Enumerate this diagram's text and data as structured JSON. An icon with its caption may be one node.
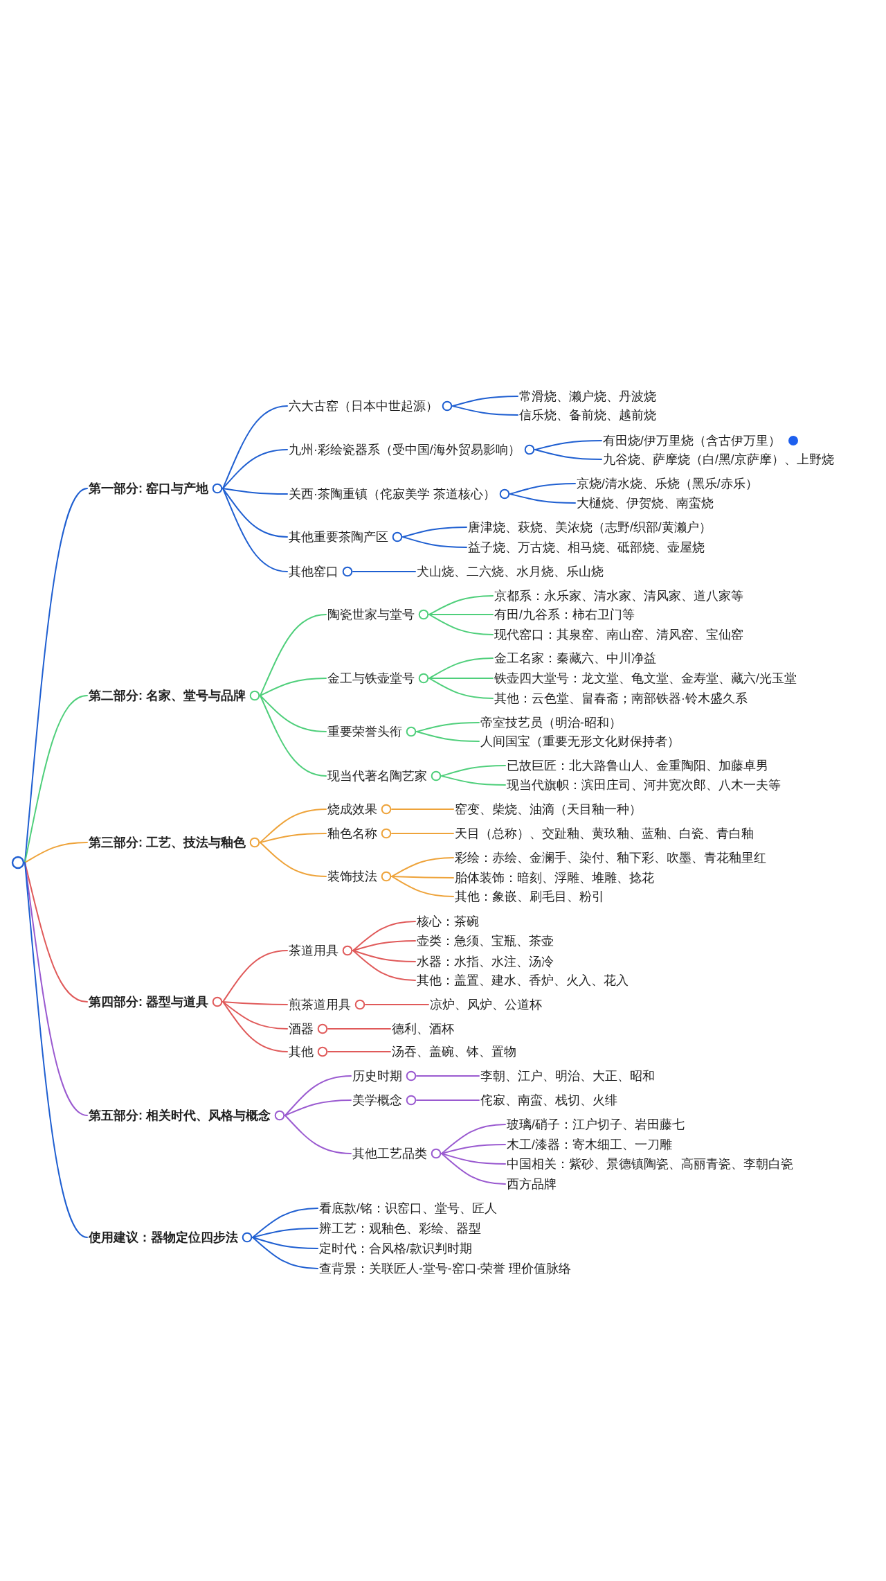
{
  "diagram": {
    "nodes": [
      {
        "text": [],
        "shape": "circle"
      },
      {
        "text": [
          "第一部分: 窑口与产地"
        ]
      },
      {
        "text": [
          "六大古窑（日本中世起源）"
        ]
      },
      {
        "text": [
          "常滑烧、濑户烧、丹波烧"
        ]
      },
      {
        "text": [
          "信乐烧、备前烧、越前烧"
        ]
      },
      {
        "text": [
          "九州·彩绘瓷器系（受中国/海外贸易影响）"
        ]
      },
      {
        "text": [
          "有田烧/伊万里烧（含古伊万里）"
        ]
      },
      {
        "text": [
          "九谷烧、萨摩烧（白/黑/京萨摩）、上野烧"
        ]
      },
      {
        "text": [
          "关西·茶陶重镇（侘寂美学 茶道核心）"
        ]
      },
      {
        "text": [
          "京烧/清水烧、乐烧（黑乐/赤乐）"
        ]
      },
      {
        "text": [
          "大樋烧、伊贺烧、南蛮烧"
        ]
      },
      {
        "text": [
          "其他重要茶陶产区"
        ]
      },
      {
        "text": [
          "唐津烧、萩烧、美浓烧（志野/织部/黄濑户）"
        ]
      },
      {
        "text": [
          "益子烧、万古烧、相马烧、砥部烧、壶屋烧"
        ]
      },
      {
        "text": [
          "其他窑口"
        ]
      },
      {
        "text": [
          "犬山烧、二六烧、水月烧、乐山烧"
        ]
      },
      {
        "text": [
          "第二部分: 名家、堂号与品牌"
        ]
      },
      {
        "text": [
          "陶瓷世家与堂号"
        ]
      },
      {
        "text": [
          "京都系：永乐家、清水家、清风家、道八家等"
        ]
      },
      {
        "text": [
          "有田/九谷系：柿右卫门等"
        ]
      },
      {
        "text": [
          "现代窑口：其泉窑、南山窑、清风窑、宝仙窑"
        ]
      },
      {
        "text": [
          "金工与铁壶堂号"
        ]
      },
      {
        "text": [
          "金工名家：秦藏六、中川净益"
        ]
      },
      {
        "text": [
          "铁壶四大堂号：龙文堂、龟文堂、金寿堂、藏六/光玉堂"
        ]
      },
      {
        "text": [
          "其他：云色堂、畠春斋；南部铁器·铃木盛久系"
        ]
      },
      {
        "text": [
          "重要荣誉头衔"
        ]
      },
      {
        "text": [
          "帝室技艺员（明治-昭和）"
        ]
      },
      {
        "text": [
          "人间国宝（重要无形文化财保持者）"
        ]
      },
      {
        "text": [
          "现当代著名陶艺家"
        ]
      },
      {
        "text": [
          "已故巨匠：北大路鲁山人、金重陶阳、加藤卓男"
        ]
      },
      {
        "text": [
          "现当代旗帜：滨田庄司、河井宽次郎、八木一夫等"
        ]
      },
      {
        "text": [
          "第三部分: 工艺、技法与釉色"
        ]
      },
      {
        "text": [
          "烧成效果"
        ]
      },
      {
        "text": [
          "窑变、柴烧、油滴（天目釉一种）"
        ]
      },
      {
        "text": [
          "釉色名称"
        ]
      },
      {
        "text": [
          "天目（总称）、交趾釉、黄玖釉、蓝釉、白瓷、青白釉"
        ]
      },
      {
        "text": [
          "装饰技法"
        ]
      },
      {
        "text": [
          "彩绘：赤绘、金澜手、染付、釉下彩、吹墨、青花釉里红"
        ]
      },
      {
        "text": [
          "胎体装饰：暗刻、浮雕、堆雕、捻花"
        ]
      },
      {
        "text": [
          "其他：象嵌、刷毛目、粉引"
        ]
      },
      {
        "text": [
          "第四部分: 器型与道具"
        ]
      },
      {
        "text": [
          "茶道用具"
        ]
      },
      {
        "text": [
          "核心：茶碗"
        ]
      },
      {
        "text": [
          "壶类：急须、宝瓶、茶壶"
        ]
      },
      {
        "text": [
          "水器：水指、水注、汤冷"
        ]
      },
      {
        "text": [
          "其他：盖置、建水、香炉、火入、花入"
        ]
      },
      {
        "text": [
          "煎茶道用具"
        ]
      },
      {
        "text": [
          "凉炉、风炉、公道杯"
        ]
      },
      {
        "text": [
          "酒器"
        ]
      },
      {
        "text": [
          "德利、酒杯"
        ]
      },
      {
        "text": [
          "其他"
        ]
      },
      {
        "text": [
          "汤吞、盖碗、钵、置物"
        ]
      },
      {
        "text": [
          "第五部分: 相关时代、风格与概念"
        ]
      },
      {
        "text": [
          "历史时期"
        ]
      },
      {
        "text": [
          "李朝、江户、明治、大正、昭和"
        ]
      },
      {
        "text": [
          "美学概念"
        ]
      },
      {
        "text": [
          "侘寂、南蛮、栈切、火绯"
        ]
      },
      {
        "text": [
          "其他工艺品类"
        ]
      },
      {
        "text": [
          "玻璃/硝子：江户切子、岩田藤七"
        ]
      },
      {
        "text": [
          "木工/漆器：寄木细工、一刀雕"
        ]
      },
      {
        "text": [
          "中国相关：紫砂、景德镇陶瓷、高丽青瓷、李朝白瓷"
        ]
      },
      {
        "text": [
          "西方品牌"
        ]
      },
      {
        "text": [
          "使用建议：器物定位四步法"
        ]
      },
      {
        "text": [
          "看底款/铭：识窑口、堂号、匠人"
        ]
      },
      {
        "text": [
          "辨工艺：观釉色、彩绘、器型"
        ]
      },
      {
        "text": [
          "定时代：合风格/款识判时期"
        ]
      },
      {
        "text": [
          "查背景：关联匠人-堂号-窑口-荣誉 理价值脉络"
        ]
      }
    ],
    "edges": [
      {
        "from": 0,
        "to": 1,
        "arrow": "none"
      },
      {
        "from": 1,
        "to": 2,
        "arrow": "none"
      },
      {
        "from": 2,
        "to": 3,
        "arrow": "none"
      },
      {
        "from": 2,
        "to": 4,
        "arrow": "none"
      },
      {
        "from": 1,
        "to": 5,
        "arrow": "none"
      },
      {
        "from": 5,
        "to": 6,
        "arrow": "none"
      },
      {
        "from": 5,
        "to": 7,
        "arrow": "none"
      },
      {
        "from": 1,
        "to": 8,
        "arrow": "none"
      },
      {
        "from": 8,
        "to": 9,
        "arrow": "none"
      },
      {
        "from": 8,
        "to": 10,
        "arrow": "none"
      },
      {
        "from": 1,
        "to": 11,
        "arrow": "none"
      },
      {
        "from": 11,
        "to": 12,
        "arrow": "none"
      },
      {
        "from": 11,
        "to": 13,
        "arrow": "none"
      },
      {
        "from": 1,
        "to": 14,
        "arrow": "none"
      },
      {
        "from": 14,
        "to": 15,
        "arrow": "none"
      },
      {
        "from": 0,
        "to": 16,
        "arrow": "none",
        "color": "#4fcf7b"
      },
      {
        "from": 16,
        "to": 17,
        "arrow": "none",
        "color": "#4fcf7b"
      },
      {
        "from": 17,
        "to": 18,
        "arrow": "none",
        "color": "#4fcf7b"
      },
      {
        "from": 17,
        "to": 19,
        "arrow": "none",
        "color": "#4fcf7b"
      },
      {
        "from": 17,
        "to": 20,
        "arrow": "none",
        "color": "#4fcf7b"
      },
      {
        "from": 16,
        "to": 21,
        "arrow": "none",
        "color": "#4fcf7b"
      },
      {
        "from": 21,
        "to": 22,
        "arrow": "none",
        "color": "#4fcf7b"
      },
      {
        "from": 21,
        "to": 23,
        "arrow": "none",
        "color": "#4fcf7b"
      },
      {
        "from": 21,
        "to": 24,
        "arrow": "none",
        "color": "#4fcf7b"
      },
      {
        "from": 16,
        "to": 25,
        "arrow": "none",
        "color": "#4fcf7b"
      },
      {
        "from": 25,
        "to": 26,
        "arrow": "none",
        "color": "#4fcf7b"
      },
      {
        "from": 25,
        "to": 27,
        "arrow": "none",
        "color": "#4fcf7b"
      },
      {
        "from": 16,
        "to": 28,
        "arrow": "none",
        "color": "#4fcf7b"
      },
      {
        "from": 28,
        "to": 29,
        "arrow": "none",
        "color": "#4fcf7b"
      },
      {
        "from": 28,
        "to": 30,
        "arrow": "none",
        "color": "#4fcf7b"
      },
      {
        "from": 0,
        "to": 31,
        "arrow": "none",
        "color": "#eea33a"
      },
      {
        "from": 31,
        "to": 32,
        "arrow": "none",
        "color": "#eea33a"
      },
      {
        "from": 32,
        "to": 33,
        "arrow": "none",
        "color": "#eea33a"
      },
      {
        "from": 31,
        "to": 34,
        "arrow": "none",
        "color": "#eea33a"
      },
      {
        "from": 34,
        "to": 35,
        "arrow": "none",
        "color": "#eea33a"
      },
      {
        "from": 31,
        "to": 36,
        "arrow": "none",
        "color": "#eea33a"
      },
      {
        "from": 36,
        "to": 37,
        "arrow": "none",
        "color": "#eea33a"
      },
      {
        "from": 36,
        "to": 38,
        "arrow": "none",
        "color": "#eea33a"
      },
      {
        "from": 36,
        "to": 39,
        "arrow": "none",
        "color": "#eea33a"
      },
      {
        "from": 0,
        "to": 40,
        "arrow": "none",
        "color": "#e05a5a"
      },
      {
        "from": 40,
        "to": 41,
        "arrow": "none",
        "color": "#e05a5a"
      },
      {
        "from": 41,
        "to": 42,
        "arrow": "none",
        "color": "#e05a5a"
      },
      {
        "from": 41,
        "to": 43,
        "arrow": "none",
        "color": "#e05a5a"
      },
      {
        "from": 41,
        "to": 44,
        "arrow": "none",
        "color": "#e05a5a"
      },
      {
        "from": 41,
        "to": 45,
        "arrow": "none",
        "color": "#e05a5a"
      },
      {
        "from": 40,
        "to": 46,
        "arrow": "none",
        "color": "#e05a5a"
      },
      {
        "from": 46,
        "to": 47,
        "arrow": "none",
        "color": "#e05a5a"
      },
      {
        "from": 40,
        "to": 48,
        "arrow": "none",
        "color": "#e05a5a"
      },
      {
        "from": 48,
        "to": 49,
        "arrow": "none",
        "color": "#e05a5a"
      },
      {
        "from": 40,
        "to": 50,
        "arrow": "none",
        "color": "#e05a5a"
      },
      {
        "from": 50,
        "to": 51,
        "arrow": "none",
        "color": "#e05a5a"
      },
      {
        "from": 0,
        "to": 52,
        "arrow": "none",
        "color": "#9a5ad0"
      },
      {
        "from": 52,
        "to": 53,
        "arrow": "none",
        "color": "#9a5ad0"
      },
      {
        "from": 53,
        "to": 54,
        "arrow": "none",
        "color": "#9a5ad0"
      },
      {
        "from": 52,
        "to": 55,
        "arrow": "none",
        "color": "#9a5ad0"
      },
      {
        "from": 55,
        "to": 56,
        "arrow": "none",
        "color": "#9a5ad0"
      },
      {
        "from": 52,
        "to": 57,
        "arrow": "none",
        "color": "#9a5ad0"
      },
      {
        "from": 57,
        "to": 58,
        "arrow": "none",
        "color": "#9a5ad0"
      },
      {
        "from": 57,
        "to": 59,
        "arrow": "none",
        "color": "#9a5ad0"
      },
      {
        "from": 57,
        "to": 60,
        "arrow": "none",
        "color": "#9a5ad0"
      },
      {
        "from": 57,
        "to": 61,
        "arrow": "none",
        "color": "#9a5ad0"
      },
      {
        "from": 0,
        "to": 62,
        "arrow": "none"
      },
      {
        "from": 62,
        "to": 63,
        "arrow": "none"
      },
      {
        "from": 62,
        "to": 64,
        "arrow": "none"
      },
      {
        "from": 62,
        "to": 65,
        "arrow": "none"
      },
      {
        "from": 62,
        "to": 66,
        "arrow": "none"
      }
    ]
  }
}
